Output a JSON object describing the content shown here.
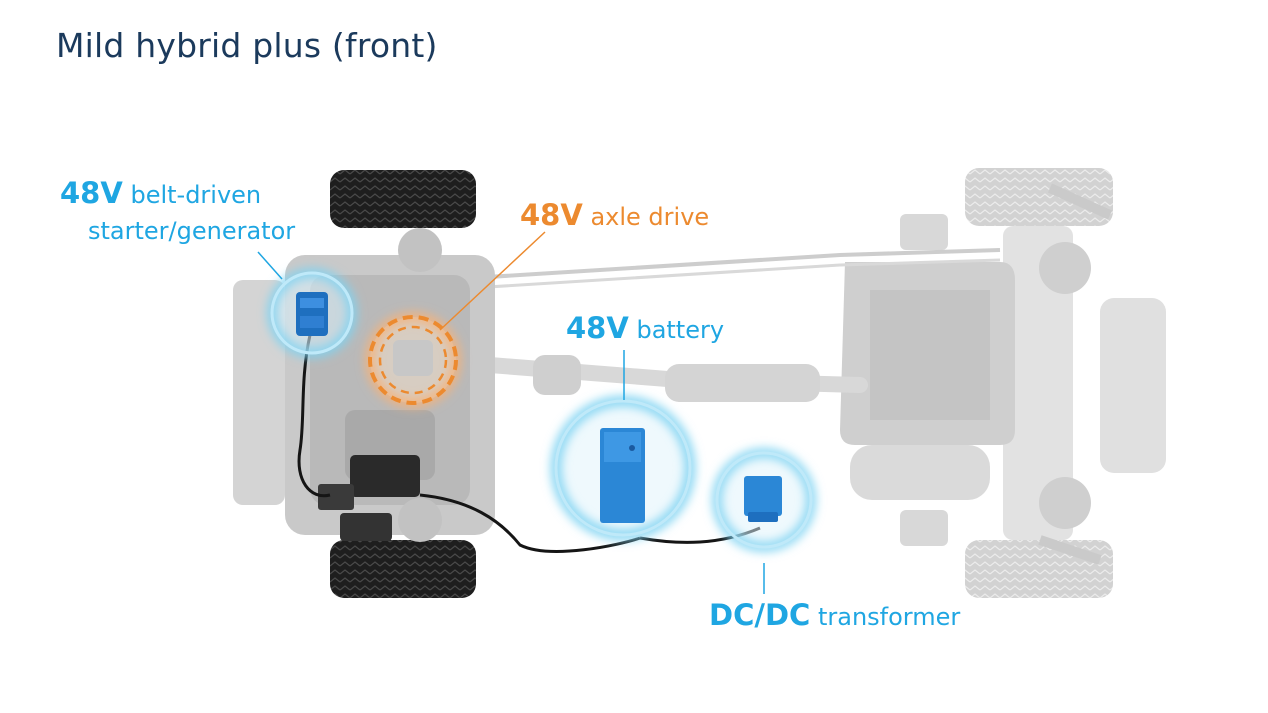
{
  "title": "Mild hybrid plus (front)",
  "callouts": {
    "bsg": {
      "strong": "48V",
      "line1_rest": "belt-driven",
      "line2": "starter/generator"
    },
    "axle": {
      "strong": "48V",
      "rest": "axle drive"
    },
    "battery": {
      "strong": "48V",
      "rest": "battery"
    },
    "dcdc": {
      "strong": "DC/DC",
      "rest": "transformer"
    }
  },
  "colors": {
    "title": "#1b3a5c",
    "highlight_blue": "#1fa6e2",
    "highlight_orange": "#ec8a2f",
    "chassis_grey": "#d6d6d6"
  }
}
